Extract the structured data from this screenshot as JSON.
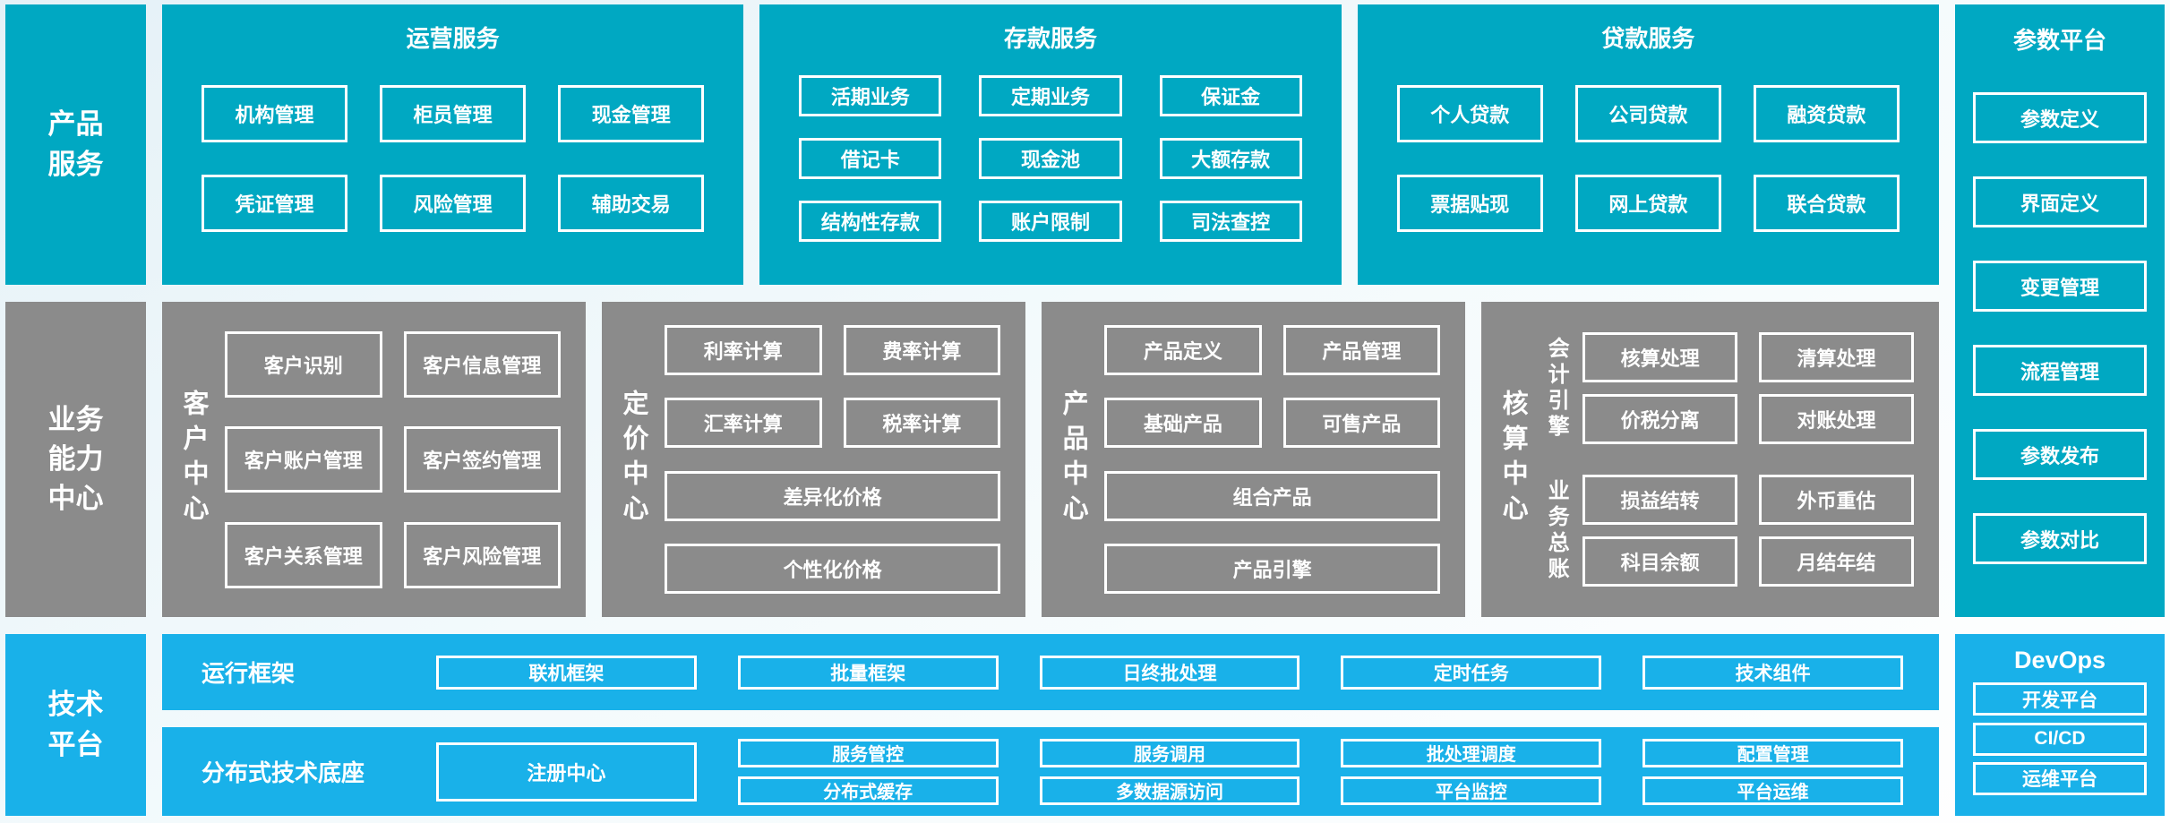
{
  "palette": {
    "teal": "#00a8c2",
    "gray": "#8b8b8b",
    "blue": "#19b1e9",
    "box_border": "#ffffff",
    "text": "#ffffff",
    "background": "#eef6f9"
  },
  "product_services": {
    "label": "产品服务",
    "sections": [
      {
        "title": "运营服务",
        "boxes": [
          "机构管理",
          "柜员管理",
          "现金管理",
          "凭证管理",
          "风险管理",
          "辅助交易"
        ]
      },
      {
        "title": "存款服务",
        "boxes": [
          "活期业务",
          "定期业务",
          "保证金",
          "借记卡",
          "现金池",
          "大额存款",
          "结构性存款",
          "账户限制",
          "司法查控"
        ]
      },
      {
        "title": "贷款服务",
        "boxes": [
          "个人贷款",
          "公司贷款",
          "融资贷款",
          "票据贴现",
          "网上贷款",
          "联合贷款"
        ]
      }
    ]
  },
  "parameter_platform": {
    "title": "参数平台",
    "boxes": [
      "参数定义",
      "界面定义",
      "变更管理",
      "流程管理",
      "参数发布",
      "参数对比"
    ]
  },
  "business_capability": {
    "label": "业务能力中心",
    "centers": [
      {
        "title": "客户中心",
        "boxes": [
          "客户识别",
          "客户信息管理",
          "客户账户管理",
          "客户签约管理",
          "客户关系管理",
          "客户风险管理"
        ]
      },
      {
        "title": "定价中心",
        "boxes": [
          "利率计算",
          "费率计算",
          "汇率计算",
          "税率计算"
        ],
        "wide_boxes": [
          "差异化价格",
          "个性化价格"
        ]
      },
      {
        "title": "产品中心",
        "boxes": [
          "产品定义",
          "产品管理",
          "基础产品",
          "可售产品"
        ],
        "wide_boxes": [
          "组合产品",
          "产品引擎"
        ]
      },
      {
        "title": "核算中心",
        "groups": [
          {
            "label": "会计引擎",
            "boxes": [
              "核算处理",
              "清算处理",
              "价税分离",
              "对账处理"
            ]
          },
          {
            "label": "业务总账",
            "boxes": [
              "损益结转",
              "外币重估",
              "科目余额",
              "月结年结"
            ]
          }
        ]
      }
    ]
  },
  "tech_platform": {
    "label": "技术平台",
    "runtime": {
      "label": "运行框架",
      "boxes": [
        "联机框架",
        "批量框架",
        "日终批处理",
        "定时任务",
        "技术组件"
      ]
    },
    "distributed": {
      "label": "分布式技术底座",
      "registry": "注册中心",
      "boxes": [
        "服务管控",
        "服务调用",
        "批处理调度",
        "配置管理",
        "分布式缓存",
        "多数据源访问",
        "平台监控",
        "平台运维"
      ]
    },
    "devops": {
      "title": "DevOps",
      "boxes": [
        "开发平台",
        "CI/CD",
        "运维平台"
      ]
    }
  }
}
